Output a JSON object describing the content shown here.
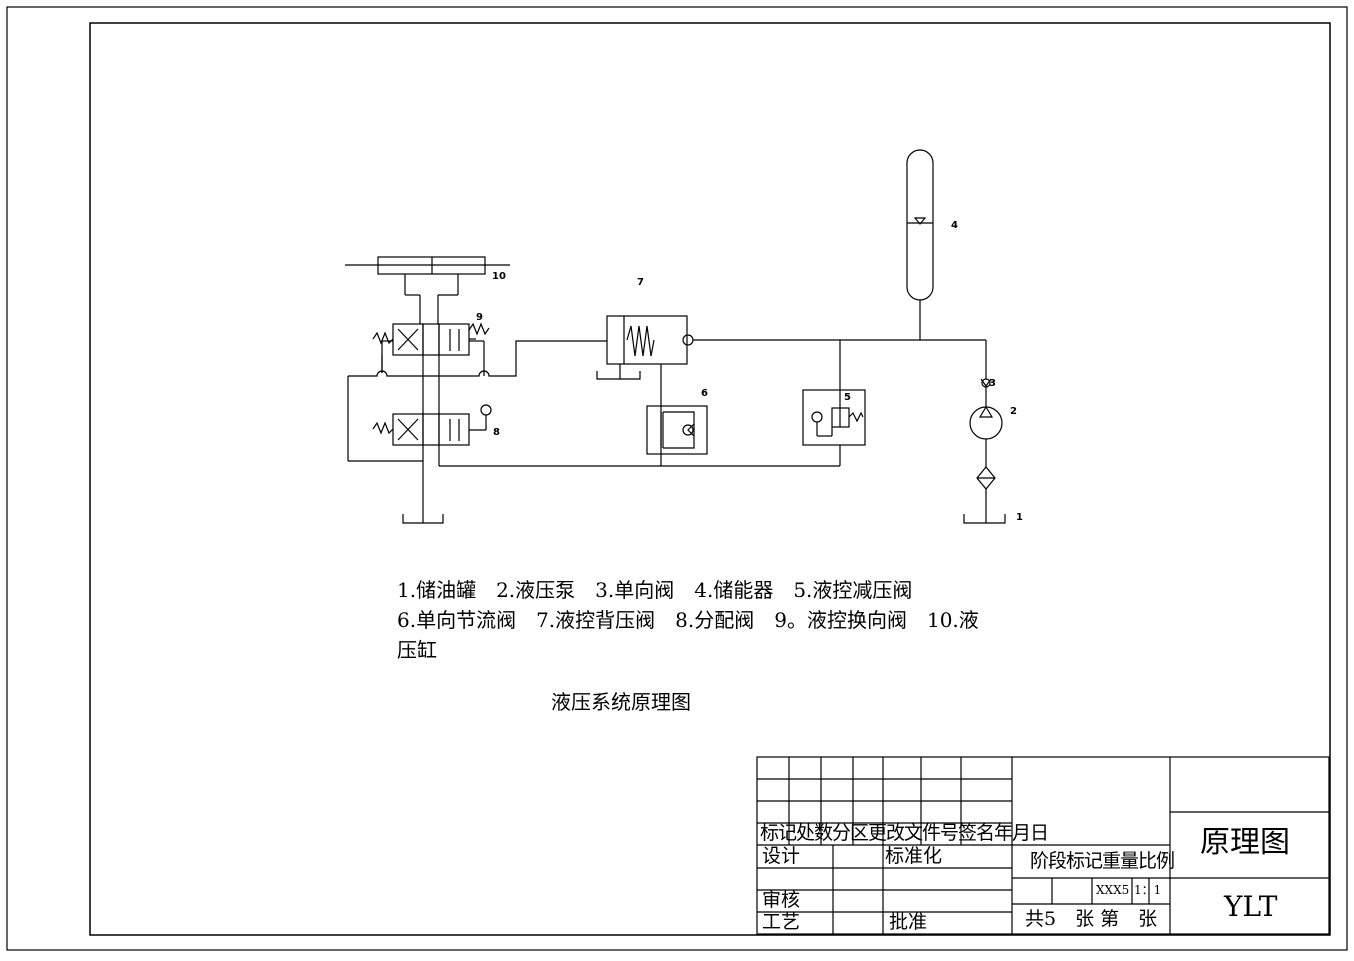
{
  "component_numbers": {
    "n1": "1",
    "n2": "2",
    "n3": "3",
    "n4": "4",
    "n5": "5",
    "n6": "6",
    "n7": "7",
    "n8": "8",
    "n9": "9",
    "n10": "10"
  },
  "legend": {
    "line1": "1.储油罐　2.液压泵　3.单向阀　4.储能器　5.液控减压阀",
    "line2": "6.单向节流阀　7.液控背压阀　8.分配阀　9。液控换向阀　10.液",
    "line3": "压缸"
  },
  "caption": "液压系统原理图",
  "title_block": {
    "row_header": "标记处数分区更改文件号签名年月日",
    "design": "设计",
    "standardization": "标准化",
    "review": "审核",
    "process": "工艺",
    "approve": "批准",
    "stage_header": "阶段标记重量比例",
    "quantity": "XXX5",
    "scale": "1：1",
    "sheets": "共5　张 第　张",
    "drawing_name": "原理图",
    "drawing_code": "YLT"
  }
}
